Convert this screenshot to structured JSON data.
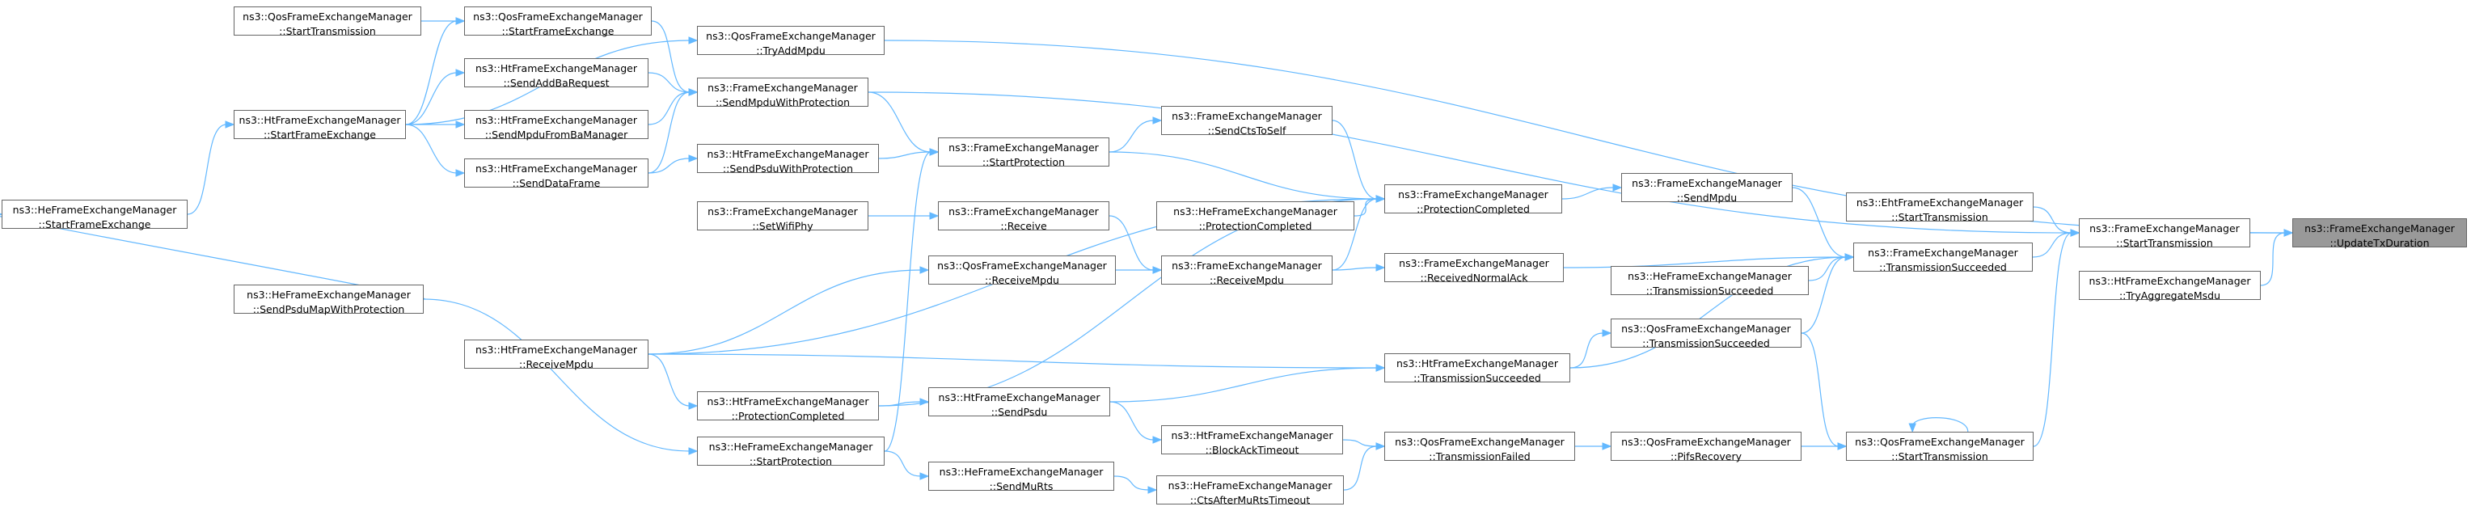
{
  "graph": {
    "colors": {
      "edge": "#63b8ff",
      "node_border": "#666666",
      "node_fill": "#ffffff",
      "selected_fill": "#999999"
    },
    "nodes": [
      {
        "id": "heStartFrameExchange",
        "l1": "ns3::HeFrameExchangeManager",
        "l2": "::StartFrameExchange"
      },
      {
        "id": "htStartFrameExchange",
        "l1": "ns3::HtFrameExchangeManager",
        "l2": "::StartFrameExchange"
      },
      {
        "id": "heSendPsduMapWithProtection",
        "l1": "ns3::HeFrameExchangeManager",
        "l2": "::SendPsduMapWithProtection"
      },
      {
        "id": "qosStartTransmissionLeft",
        "l1": "ns3::QosFrameExchangeManager",
        "l2": "::StartTransmission"
      },
      {
        "id": "qosStartFrameExchange",
        "l1": "ns3::QosFrameExchangeManager",
        "l2": "::StartFrameExchange"
      },
      {
        "id": "htSendAddBaRequest",
        "l1": "ns3::HtFrameExchangeManager",
        "l2": "::SendAddBaRequest"
      },
      {
        "id": "htSendMpduFromBaManager",
        "l1": "ns3::HtFrameExchangeManager",
        "l2": "::SendMpduFromBaManager"
      },
      {
        "id": "htSendDataFrame",
        "l1": "ns3::HtFrameExchangeManager",
        "l2": "::SendDataFrame"
      },
      {
        "id": "htReceiveMpdu",
        "l1": "ns3::HtFrameExchangeManager",
        "l2": "::ReceiveMpdu"
      },
      {
        "id": "qosTryAddMpdu",
        "l1": "ns3::QosFrameExchangeManager",
        "l2": "::TryAddMpdu"
      },
      {
        "id": "feSendMpduWithProtection",
        "l1": "ns3::FrameExchangeManager",
        "l2": "::SendMpduWithProtection"
      },
      {
        "id": "htSendPsduWithProtection",
        "l1": "ns3::HtFrameExchangeManager",
        "l2": "::SendPsduWithProtection"
      },
      {
        "id": "feSetWifiPhy",
        "l1": "ns3::FrameExchangeManager",
        "l2": "::SetWifiPhy"
      },
      {
        "id": "htProtectionCompleted",
        "l1": "ns3::HtFrameExchangeManager",
        "l2": "::ProtectionCompleted"
      },
      {
        "id": "heStartProtection",
        "l1": "ns3::HeFrameExchangeManager",
        "l2": "::StartProtection"
      },
      {
        "id": "feStartProtection",
        "l1": "ns3::FrameExchangeManager",
        "l2": "::StartProtection"
      },
      {
        "id": "feReceive",
        "l1": "ns3::FrameExchangeManager",
        "l2": "::Receive"
      },
      {
        "id": "qosReceiveMpdu",
        "l1": "ns3::QosFrameExchangeManager",
        "l2": "::ReceiveMpdu"
      },
      {
        "id": "htSendPsdu",
        "l1": "ns3::HtFrameExchangeManager",
        "l2": "::SendPsdu"
      },
      {
        "id": "heSendMuRts",
        "l1": "ns3::HeFrameExchangeManager",
        "l2": "::SendMuRts"
      },
      {
        "id": "feSendCtsToSelf",
        "l1": "ns3::FrameExchangeManager",
        "l2": "::SendCtsToSelf"
      },
      {
        "id": "heProtectionCompleted",
        "l1": "ns3::HeFrameExchangeManager",
        "l2": "::ProtectionCompleted"
      },
      {
        "id": "feReceiveMpdu",
        "l1": "ns3::FrameExchangeManager",
        "l2": "::ReceiveMpdu"
      },
      {
        "id": "htBlockAckTimeout",
        "l1": "ns3::HtFrameExchangeManager",
        "l2": "::BlockAckTimeout"
      },
      {
        "id": "heCtsAfterMuRtsTimeout",
        "l1": "ns3::HeFrameExchangeManager",
        "l2": "::CtsAfterMuRtsTimeout"
      },
      {
        "id": "feProtectionCompleted",
        "l1": "ns3::FrameExchangeManager",
        "l2": "::ProtectionCompleted"
      },
      {
        "id": "feReceivedNormalAck",
        "l1": "ns3::FrameExchangeManager",
        "l2": "::ReceivedNormalAck"
      },
      {
        "id": "htTransmissionSucceeded",
        "l1": "ns3::HtFrameExchangeManager",
        "l2": "::TransmissionSucceeded"
      },
      {
        "id": "qosTransmissionFailed",
        "l1": "ns3::QosFrameExchangeManager",
        "l2": "::TransmissionFailed"
      },
      {
        "id": "feSendMpdu",
        "l1": "ns3::FrameExchangeManager",
        "l2": "::SendMpdu"
      },
      {
        "id": "heTransmissionSucceeded",
        "l1": "ns3::HeFrameExchangeManager",
        "l2": "::TransmissionSucceeded"
      },
      {
        "id": "qosTransmissionSucceeded",
        "l1": "ns3::QosFrameExchangeManager",
        "l2": "::TransmissionSucceeded"
      },
      {
        "id": "qosPifsRecovery",
        "l1": "ns3::QosFrameExchangeManager",
        "l2": "::PifsRecovery"
      },
      {
        "id": "ehtStartTransmission",
        "l1": "ns3::EhtFrameExchangeManager",
        "l2": "::StartTransmission"
      },
      {
        "id": "feTransmissionSucceeded",
        "l1": "ns3::FrameExchangeManager",
        "l2": "::TransmissionSucceeded"
      },
      {
        "id": "qosStartTransmissionRight",
        "l1": "ns3::QosFrameExchangeManager",
        "l2": "::StartTransmission"
      },
      {
        "id": "feStartTransmission",
        "l1": "ns3::FrameExchangeManager",
        "l2": "::StartTransmission"
      },
      {
        "id": "htTryAggregateMsdu",
        "l1": "ns3::HtFrameExchangeManager",
        "l2": "::TryAggregateMsdu"
      },
      {
        "id": "feUpdateTxDuration",
        "l1": "ns3::FrameExchangeManager",
        "l2": "::UpdateTxDuration",
        "selected": true
      }
    ],
    "edges": [
      [
        "feStartTransmission",
        "feUpdateTxDuration"
      ],
      [
        "htTryAggregateMsdu",
        "feUpdateTxDuration"
      ],
      [
        "qosTryAddMpdu",
        "feUpdateTxDuration"
      ],
      [
        "ehtStartTransmission",
        "feStartTransmission"
      ],
      [
        "feTransmissionSucceeded",
        "feStartTransmission"
      ],
      [
        "qosStartTransmissionRight",
        "feStartTransmission"
      ],
      [
        "feSendMpduWithProtection",
        "feStartTransmission"
      ],
      [
        "feSendMpdu",
        "feTransmissionSucceeded"
      ],
      [
        "feReceivedNormalAck",
        "feTransmissionSucceeded"
      ],
      [
        "heTransmissionSucceeded",
        "feTransmissionSucceeded"
      ],
      [
        "qosTransmissionSucceeded",
        "feTransmissionSucceeded"
      ],
      [
        "htTransmissionSucceeded",
        "feTransmissionSucceeded"
      ],
      [
        "htTransmissionSucceeded",
        "qosTransmissionSucceeded"
      ],
      [
        "qosTransmissionSucceeded",
        "qosStartTransmissionRight"
      ],
      [
        "qosPifsRecovery",
        "qosStartTransmissionRight"
      ],
      [
        "qosStartTransmissionRight",
        "qosStartTransmissionRight"
      ],
      [
        "qosTransmissionFailed",
        "qosPifsRecovery"
      ],
      [
        "feProtectionCompleted",
        "feSendMpdu"
      ],
      [
        "feReceiveMpdu",
        "feReceivedNormalAck"
      ],
      [
        "htReceiveMpdu",
        "htTransmissionSucceeded"
      ],
      [
        "htSendPsdu",
        "htTransmissionSucceeded"
      ],
      [
        "htBlockAckTimeout",
        "qosTransmissionFailed"
      ],
      [
        "heCtsAfterMuRtsTimeout",
        "qosTransmissionFailed"
      ],
      [
        "feSendCtsToSelf",
        "feProtectionCompleted"
      ],
      [
        "heProtectionCompleted",
        "feProtectionCompleted"
      ],
      [
        "feReceiveMpdu",
        "feProtectionCompleted"
      ],
      [
        "feStartProtection",
        "feProtectionCompleted"
      ],
      [
        "htProtectionCompleted",
        "feProtectionCompleted"
      ],
      [
        "htReceiveMpdu",
        "feProtectionCompleted"
      ],
      [
        "feReceive",
        "feReceiveMpdu"
      ],
      [
        "qosReceiveMpdu",
        "feReceiveMpdu"
      ],
      [
        "htSendPsdu",
        "htBlockAckTimeout"
      ],
      [
        "heSendMuRts",
        "heCtsAfterMuRtsTimeout"
      ],
      [
        "feStartProtection",
        "feSendCtsToSelf"
      ],
      [
        "feSetWifiPhy",
        "feReceive"
      ],
      [
        "htReceiveMpdu",
        "qosReceiveMpdu"
      ],
      [
        "htProtectionCompleted",
        "htSendPsdu"
      ],
      [
        "heStartProtection",
        "heSendMuRts"
      ],
      [
        "feSendMpduWithProtection",
        "feStartProtection"
      ],
      [
        "htSendPsduWithProtection",
        "feStartProtection"
      ],
      [
        "heStartProtection",
        "feStartProtection"
      ],
      [
        "htReceiveMpdu",
        "htProtectionCompleted"
      ],
      [
        "heSendPsduMapWithProtection",
        "heStartProtection"
      ],
      [
        "qosStartFrameExchange",
        "feSendMpduWithProtection"
      ],
      [
        "htSendAddBaRequest",
        "feSendMpduWithProtection"
      ],
      [
        "htSendMpduFromBaManager",
        "feSendMpduWithProtection"
      ],
      [
        "htSendDataFrame",
        "feSendMpduWithProtection"
      ],
      [
        "htStartFrameExchange",
        "qosTryAddMpdu"
      ],
      [
        "htSendDataFrame",
        "htSendPsduWithProtection"
      ],
      [
        "qosStartTransmissionLeft",
        "qosStartFrameExchange"
      ],
      [
        "htStartFrameExchange",
        "qosStartFrameExchange"
      ],
      [
        "htStartFrameExchange",
        "htSendAddBaRequest"
      ],
      [
        "htStartFrameExchange",
        "htSendMpduFromBaManager"
      ],
      [
        "htStartFrameExchange",
        "htSendDataFrame"
      ],
      [
        "heStartFrameExchange",
        "htStartFrameExchange"
      ],
      [
        "heSendPsduMapWithProtection",
        "heStartFrameExchange"
      ]
    ]
  }
}
